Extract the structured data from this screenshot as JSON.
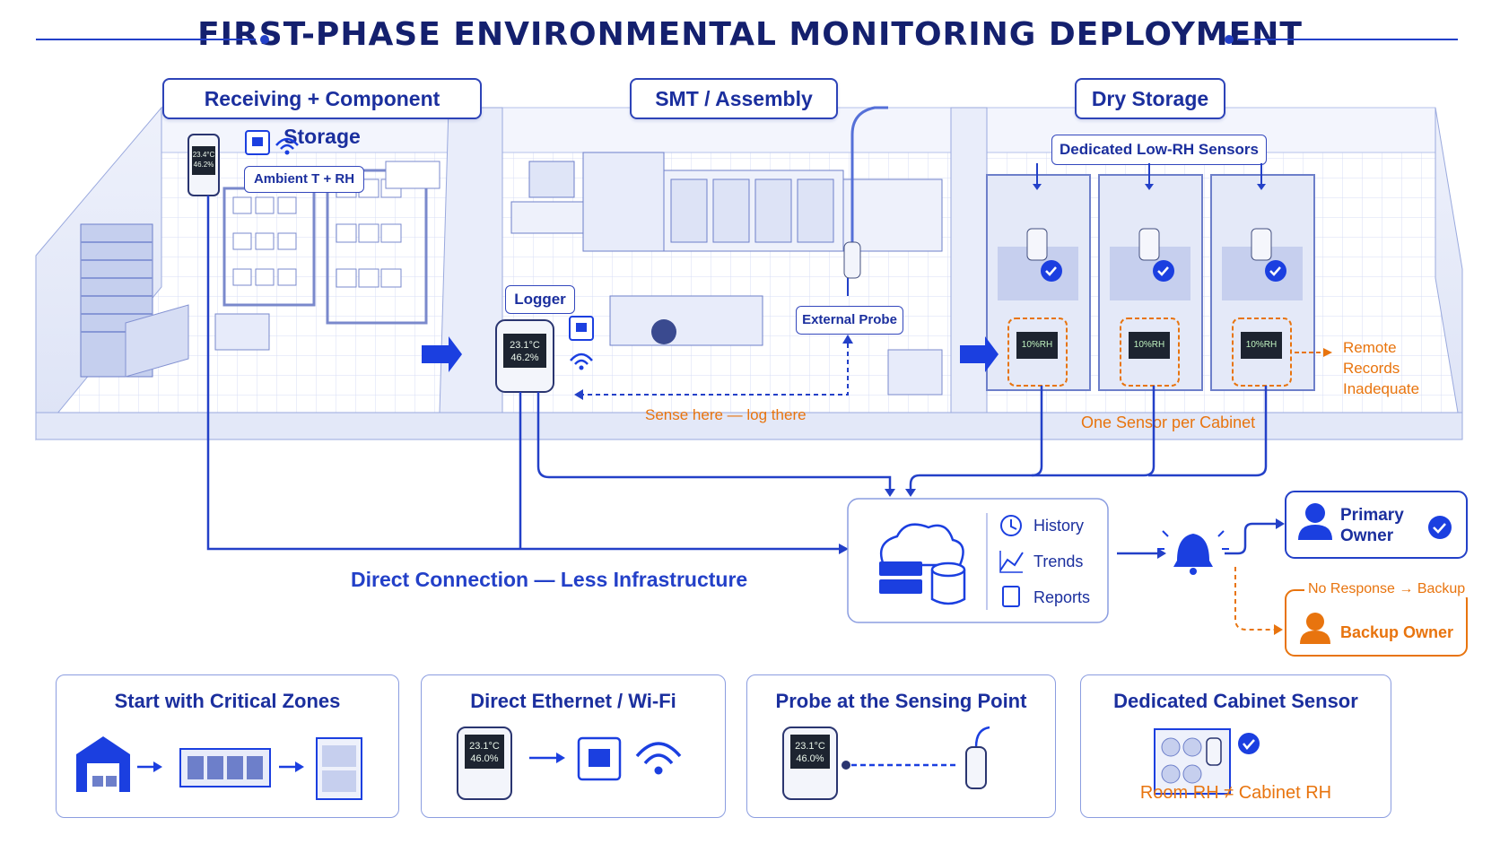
{
  "title": "FIRST-PHASE ENVIRONMENTAL MONITORING DEPLOYMENT",
  "zones": {
    "receiving": "Receiving + Component Storage",
    "smt": "SMT / Assembly",
    "dry": "Dry Storage"
  },
  "labels": {
    "ambient": "Ambient T + RH",
    "dedicated_sensors": "Dedicated Low-RH Sensors",
    "logger": "Logger",
    "external_probe": "External Probe",
    "sense_here": "Sense here — log there",
    "one_sensor": "One Sensor per Cabinet",
    "remote_records": [
      "Remote",
      "Records",
      "Inadequate"
    ],
    "direct_connection": "Direct Connection — Less Infrastructure"
  },
  "devices": {
    "ambient_reading": [
      "23.4°C",
      "46.2%"
    ],
    "logger_reading": [
      "23.1°C",
      "46.2%"
    ],
    "cabinet_reading": "10%RH",
    "card_reading": [
      "23.1°C",
      "46.0%"
    ]
  },
  "platform": {
    "items": [
      "History",
      "Trends",
      "Reports"
    ]
  },
  "alerts": {
    "primary_owner": [
      "Primary",
      "Owner"
    ],
    "no_response": "No Response → Backup",
    "backup_owner": "Backup Owner"
  },
  "cards": [
    {
      "title": "Start with Critical Zones"
    },
    {
      "title": "Direct Ethernet / Wi-Fi"
    },
    {
      "title": "Probe at the Sensing Point"
    },
    {
      "title": "Dedicated Cabinet Sensor",
      "note": "Room RH ≠ Cabinet RH"
    }
  ],
  "colors": {
    "primary_blue": "#1b2f9e",
    "accent_orange": "#e8740e",
    "line_blue": "#2340c8"
  }
}
